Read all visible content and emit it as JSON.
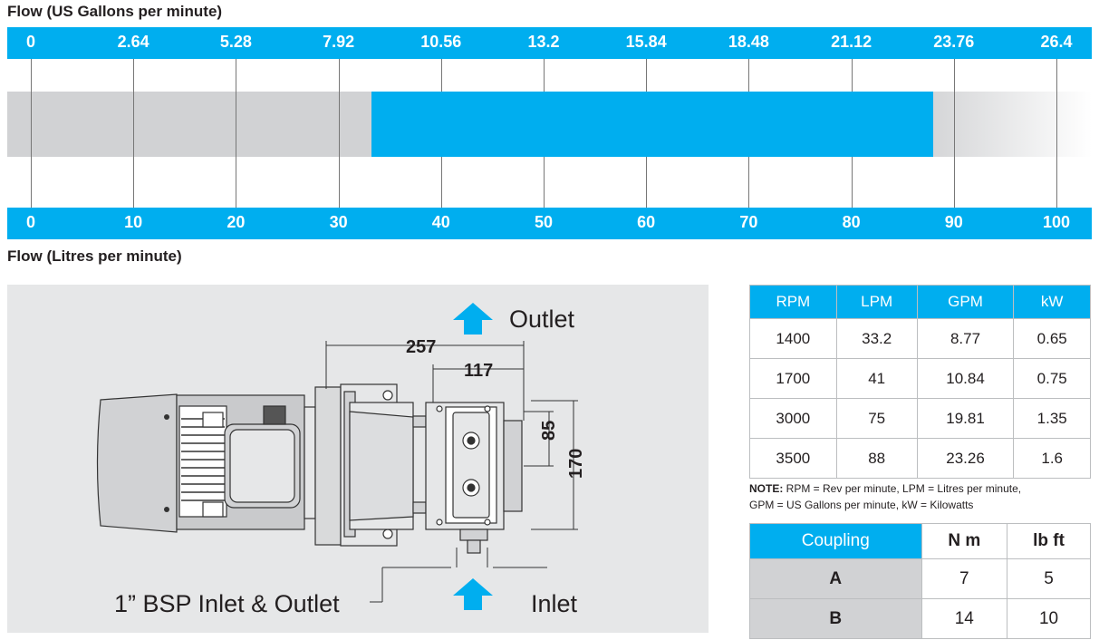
{
  "top_axis": {
    "title": "Flow (US Gallons per minute)",
    "ticks": [
      "0",
      "2.64",
      "5.28",
      "7.92",
      "10.56",
      "13.2",
      "15.84",
      "18.48",
      "21.12",
      "23.76",
      "26.4"
    ]
  },
  "bottom_axis": {
    "title": "Flow (Litres per minute)",
    "ticks": [
      "0",
      "10",
      "20",
      "30",
      "40",
      "50",
      "60",
      "70",
      "80",
      "90",
      "100"
    ]
  },
  "flow_range_lpm": [
    33.2,
    88
  ],
  "colors": {
    "accent": "#00aeef",
    "band_gray": "#d1d2d4",
    "panel_gray": "#e6e7e8",
    "text": "#231f20"
  },
  "drawing": {
    "outlet_label": "Outlet",
    "inlet_label": "Inlet",
    "bsp_label": "1” BSP Inlet & Outlet",
    "dim_257": "257",
    "dim_117": "117",
    "dim_85": "85",
    "dim_170": "170"
  },
  "spec_table": {
    "headers": [
      "RPM",
      "LPM",
      "GPM",
      "kW"
    ],
    "rows": [
      [
        "1400",
        "33.2",
        "8.77",
        "0.65"
      ],
      [
        "1700",
        "41",
        "10.84",
        "0.75"
      ],
      [
        "3000",
        "75",
        "19.81",
        "1.35"
      ],
      [
        "3500",
        "88",
        "23.26",
        "1.6"
      ]
    ]
  },
  "note": {
    "label": "NOTE:",
    "line1": " RPM = Rev per minute, LPM = Litres per minute,",
    "line2": "GPM = US Gallons per minute, kW = Kilowatts"
  },
  "coupling_table": {
    "headers": [
      "Coupling",
      "N m",
      "lb ft"
    ],
    "rows": [
      [
        "A",
        "7",
        "5"
      ],
      [
        "B",
        "14",
        "10"
      ]
    ]
  }
}
